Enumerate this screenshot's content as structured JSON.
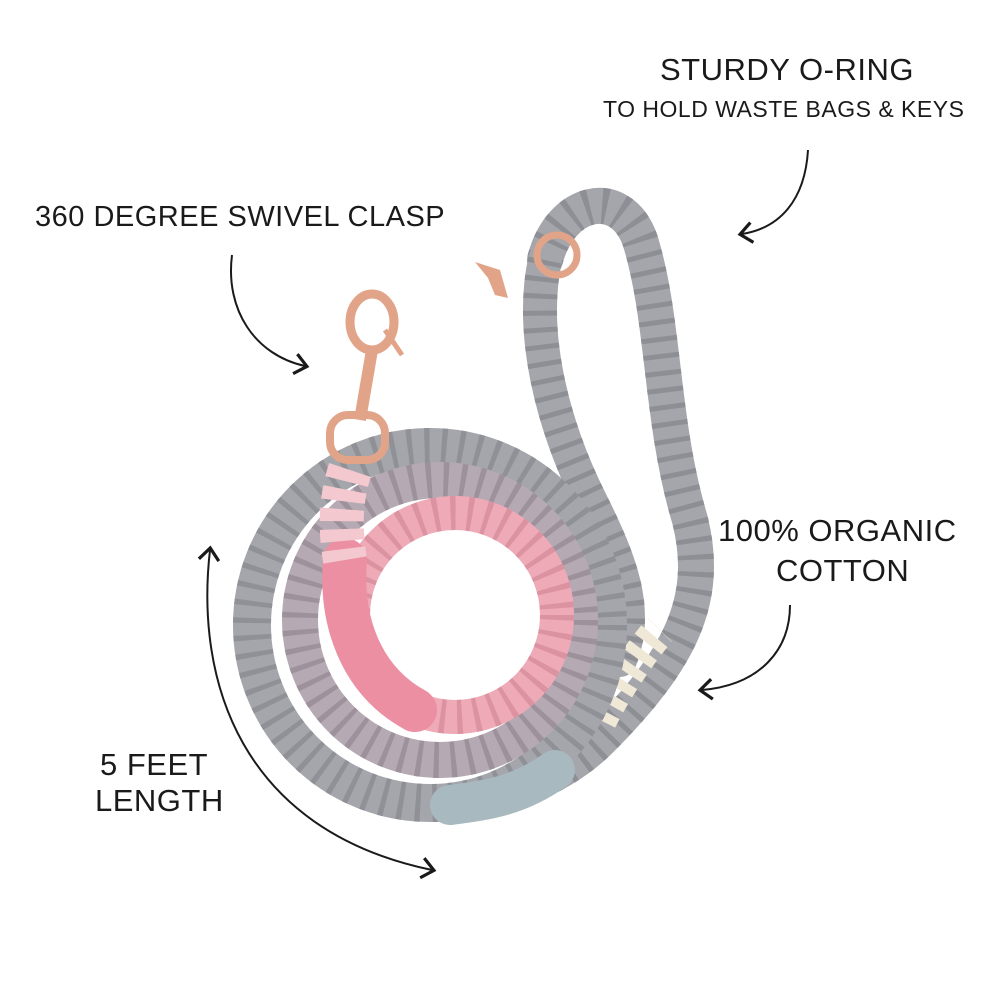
{
  "callouts": {
    "oring_title": "STURDY O-RING",
    "oring_sub": "TO HOLD WASTE BAGS & KEYS",
    "clasp": "360 DEGREE SWIVEL CLASP",
    "cotton_line1": "100% ORGANIC",
    "cotton_line2": "COTTON",
    "length_line1": "5 FEET",
    "length_line2": "LENGTH"
  },
  "colors": {
    "rope_grey": "#a4a6ab",
    "rope_mauve": "#b5a9b3",
    "rope_pink": "#eeaab6",
    "wrap_pink": "#ec8fa2",
    "wrap_blue": "#a8b9bf",
    "hardware_rose_gold": "#e2a488",
    "cream": "#efe8d6"
  }
}
